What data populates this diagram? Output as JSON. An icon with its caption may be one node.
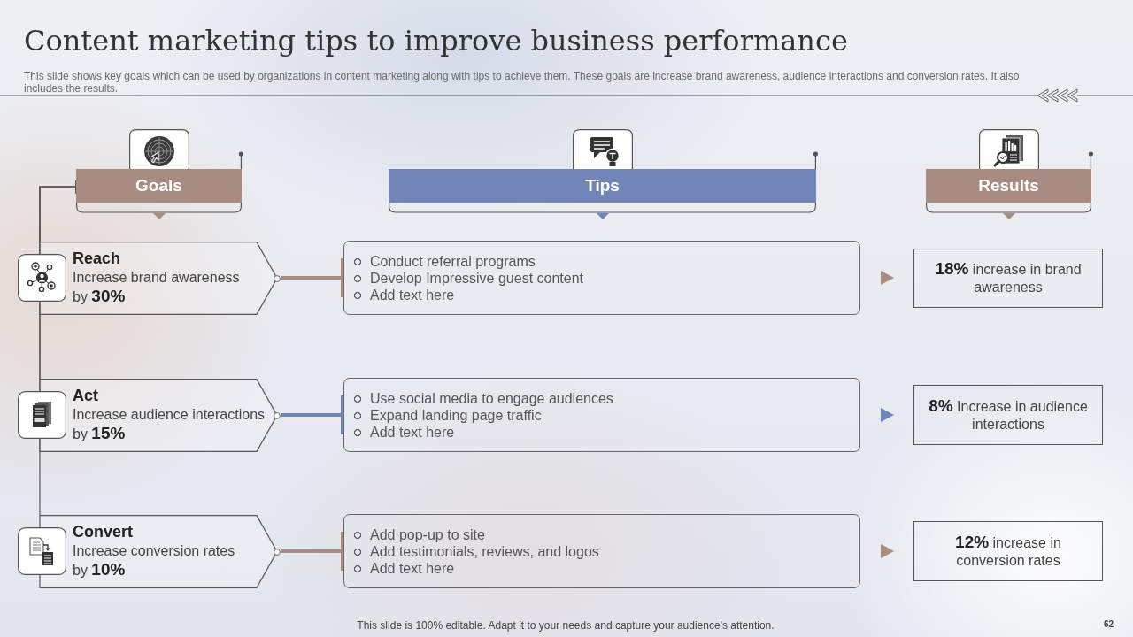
{
  "diagram": {
    "title": "Content marketing tips to improve business performance",
    "nodes": [
      {
        "text": [
          "Goals"
        ]
      },
      {
        "text": [
          "Tips"
        ]
      },
      {
        "text": [
          "Results"
        ]
      },
      {
        "text": [
          "Reach",
          "Increase brand awareness by **30%**"
        ]
      },
      {
        "text": [
          "Conduct referral programs",
          "Develop Impressive guest content",
          "Add text here"
        ]
      },
      {
        "text": [
          "**18%** increase in brand awareness"
        ]
      },
      {
        "text": [
          "Act",
          "Increase audience interactions by **15%**"
        ]
      },
      {
        "text": [
          "Use social media to engage audiences",
          "Expand landing page traffic",
          "Add text here"
        ]
      },
      {
        "text": [
          "**8%** Increase in audience interactions"
        ]
      },
      {
        "text": [
          "Convert",
          "Increase conversion rates by **10%**"
        ]
      },
      {
        "text": [
          "Add pop-up to site",
          "Add testimonials, reviews, and logos",
          "Add text here"
        ]
      },
      {
        "text": [
          "**12%** increase in conversion rates"
        ]
      }
    ],
    "edges": [
      {
        "from": 3,
        "to": 0,
        "arrow": "other",
        "color": "#555555"
      },
      {
        "from": 6,
        "to": 0,
        "arrow": "other",
        "color": "#555555"
      },
      {
        "from": 9,
        "to": 0,
        "arrow": "other",
        "color": "#555555"
      },
      {
        "from": 3,
        "to": 4,
        "arrow": "other",
        "style": "thick"
      },
      {
        "from": 4,
        "to": 5,
        "arrow": "to"
      },
      {
        "from": 6,
        "to": 7,
        "arrow": "other",
        "style": "thick",
        "color": "#7084b8"
      },
      {
        "from": 7,
        "to": 8,
        "arrow": "to",
        "color": "#7084b8"
      },
      {
        "from": 9,
        "to": 10,
        "arrow": "other",
        "style": "thick"
      },
      {
        "from": 10,
        "to": 11,
        "arrow": "to"
      }
    ],
    "labels": [
      "This slide shows key goals which can be used by organizations in content marketing along with tips to achieve them. These goals are increase brand awareness, audience interactions and conversion rates. It also includes the results.",
      "This slide is 100% editable. Adapt it to your needs and capture your audience's attention.",
      "62"
    ]
  }
}
